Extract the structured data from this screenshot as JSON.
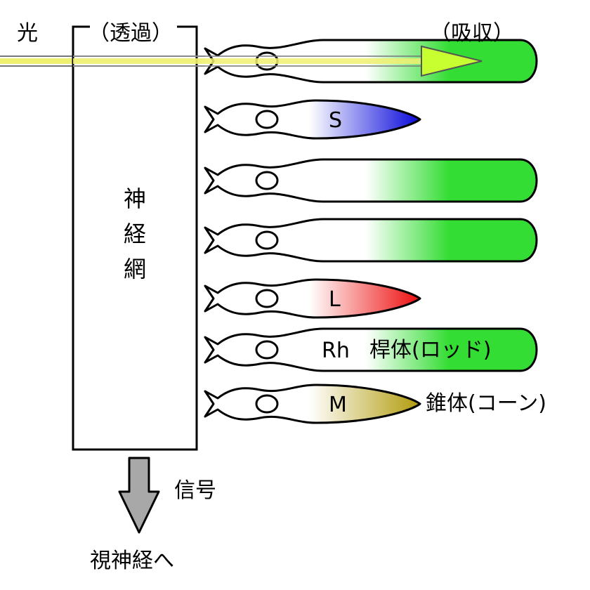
{
  "labels": {
    "light": "光",
    "transmission": "（透過）",
    "absorption": "（吸収）",
    "neural_network": [
      "神",
      "経",
      "網"
    ],
    "signal": "信号",
    "to_optic_nerve": "視神経へ",
    "rod_type": "桿体(ロッド)",
    "cone_type": "錐体(コーン)"
  },
  "cells": [
    {
      "kind": "rod",
      "label": "",
      "color": "#33dd33"
    },
    {
      "kind": "cone",
      "label": "S",
      "color": "#1515dd"
    },
    {
      "kind": "rod",
      "label": "",
      "color": "#33dd33"
    },
    {
      "kind": "rod",
      "label": "",
      "color": "#33dd33"
    },
    {
      "kind": "cone",
      "label": "L",
      "color": "#ee1a1a"
    },
    {
      "kind": "rod",
      "label": "Rh",
      "color": "#33dd33"
    },
    {
      "kind": "cone",
      "label": "M",
      "color": "#b5a018"
    }
  ],
  "colors": {
    "light_beam": "#f0f070",
    "light_arrow_head": "#c8ff30",
    "signal_arrow": "#a8a8a8",
    "outline": "#000000"
  }
}
